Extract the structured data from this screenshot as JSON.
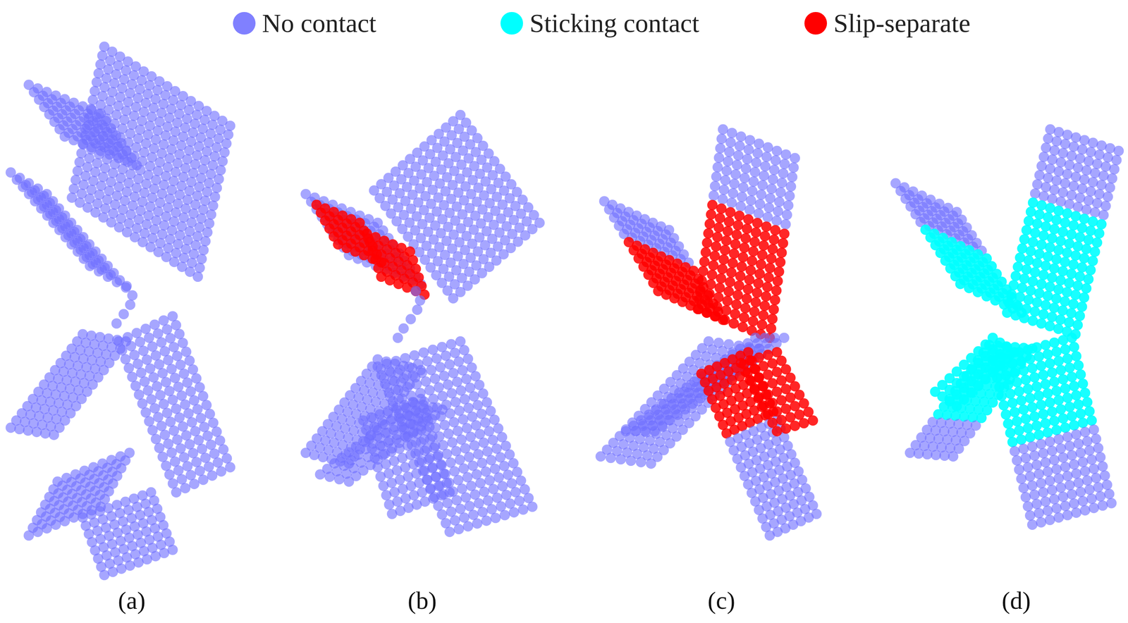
{
  "diagram": {
    "labels": [
      "(a)",
      "(b)",
      "(c)",
      "(d)"
    ],
    "legend": [
      {
        "text": "No contact",
        "color": "#8080ff"
      },
      {
        "text": "Sticking contact",
        "color": "#00ffff"
      },
      {
        "text": "Slip-separate",
        "color": "#ff0000"
      }
    ]
  }
}
